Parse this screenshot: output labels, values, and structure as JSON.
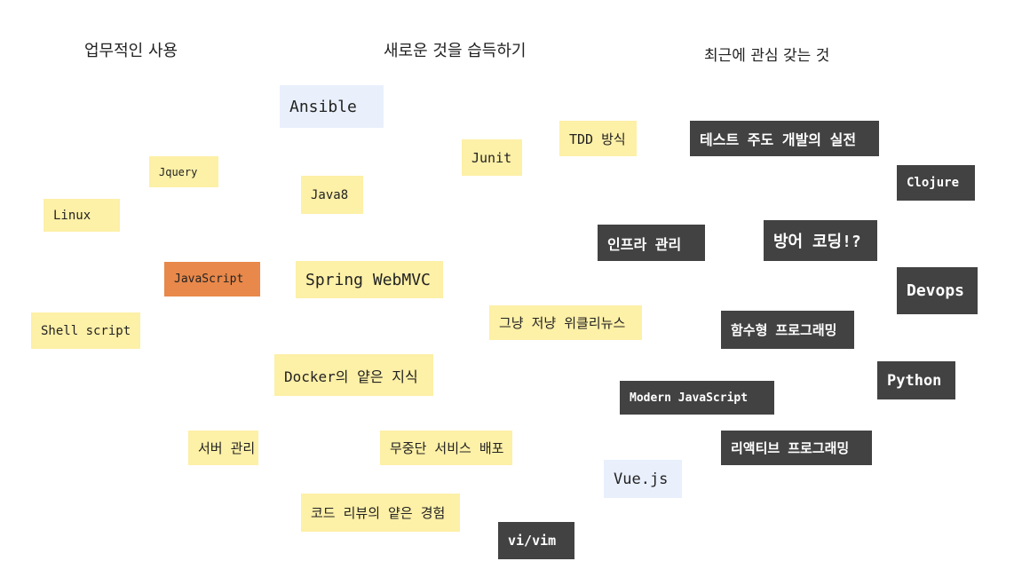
{
  "headings": {
    "work": "업무적인 사용",
    "learning": "새로운 것을 습득하기",
    "interest": "최근에 관심 갖는 것"
  },
  "notes": {
    "ansible": "Ansible",
    "jquery": "Jquery",
    "linux": "Linux",
    "java8": "Java8",
    "junit": "Junit",
    "tdd": "TDD 방식",
    "tdd_book": "테스트 주도 개발의 실전",
    "clojure": "Clojure",
    "infra": "인프라 관리",
    "defensive": "방어 코딩!?",
    "javascript": "JavaScript",
    "spring": "Spring WebMVC",
    "devops": "Devops",
    "weekly_news": "그냥 저냥 위클리뉴스",
    "functional": "함수형 프로그래밍",
    "shell": "Shell script",
    "docker": "Docker의 얕은 지식",
    "python": "Python",
    "modern_js": "Modern JavaScript",
    "server": "서버 관리",
    "zero_downtime": "무중단 서비스 배포",
    "reactive": "리액티브 프로그래밍",
    "vue": "Vue.js",
    "code_review": "코드 리뷰의 얕은 경험",
    "vim": "vi/vim"
  },
  "colors": {
    "yellow": "#fdf0a7",
    "blue": "#e9f0fc",
    "orange": "#e8884a",
    "dark": "#424242"
  }
}
